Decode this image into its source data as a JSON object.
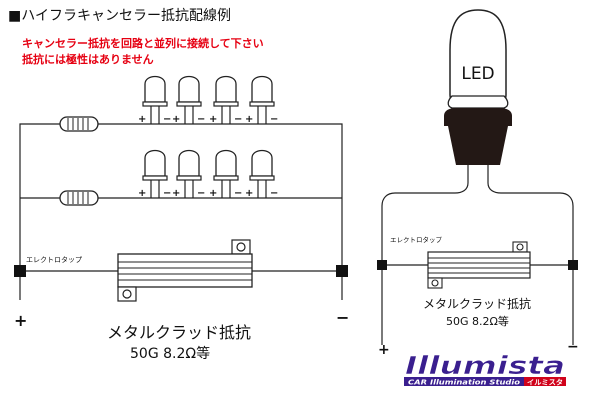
{
  "title": "■ハイフラキャンセラー抵抗配線例",
  "notes": [
    "キャンセラー抵抗を回路と並列に接続して下さい",
    "抵抗には極性はありません"
  ],
  "led_polarity": {
    "plus": "+",
    "minus": "−"
  },
  "tap_label": "エレクトロタップ",
  "resistor_label": "メタルクラッド抵抗",
  "resistor_spec": "50G 8.2Ω等",
  "terminal_plus": "+",
  "terminal_minus": "−",
  "bulb_text": "LED",
  "logo": {
    "name": "Illumista",
    "tagline": "CAR Illumination Studio",
    "kana": "イルミスタ"
  },
  "colors": {
    "note_red": "#e60012",
    "logo_purple": "#3a1f8f",
    "logo_red": "#d0021b",
    "bulb_base": "#231815"
  }
}
